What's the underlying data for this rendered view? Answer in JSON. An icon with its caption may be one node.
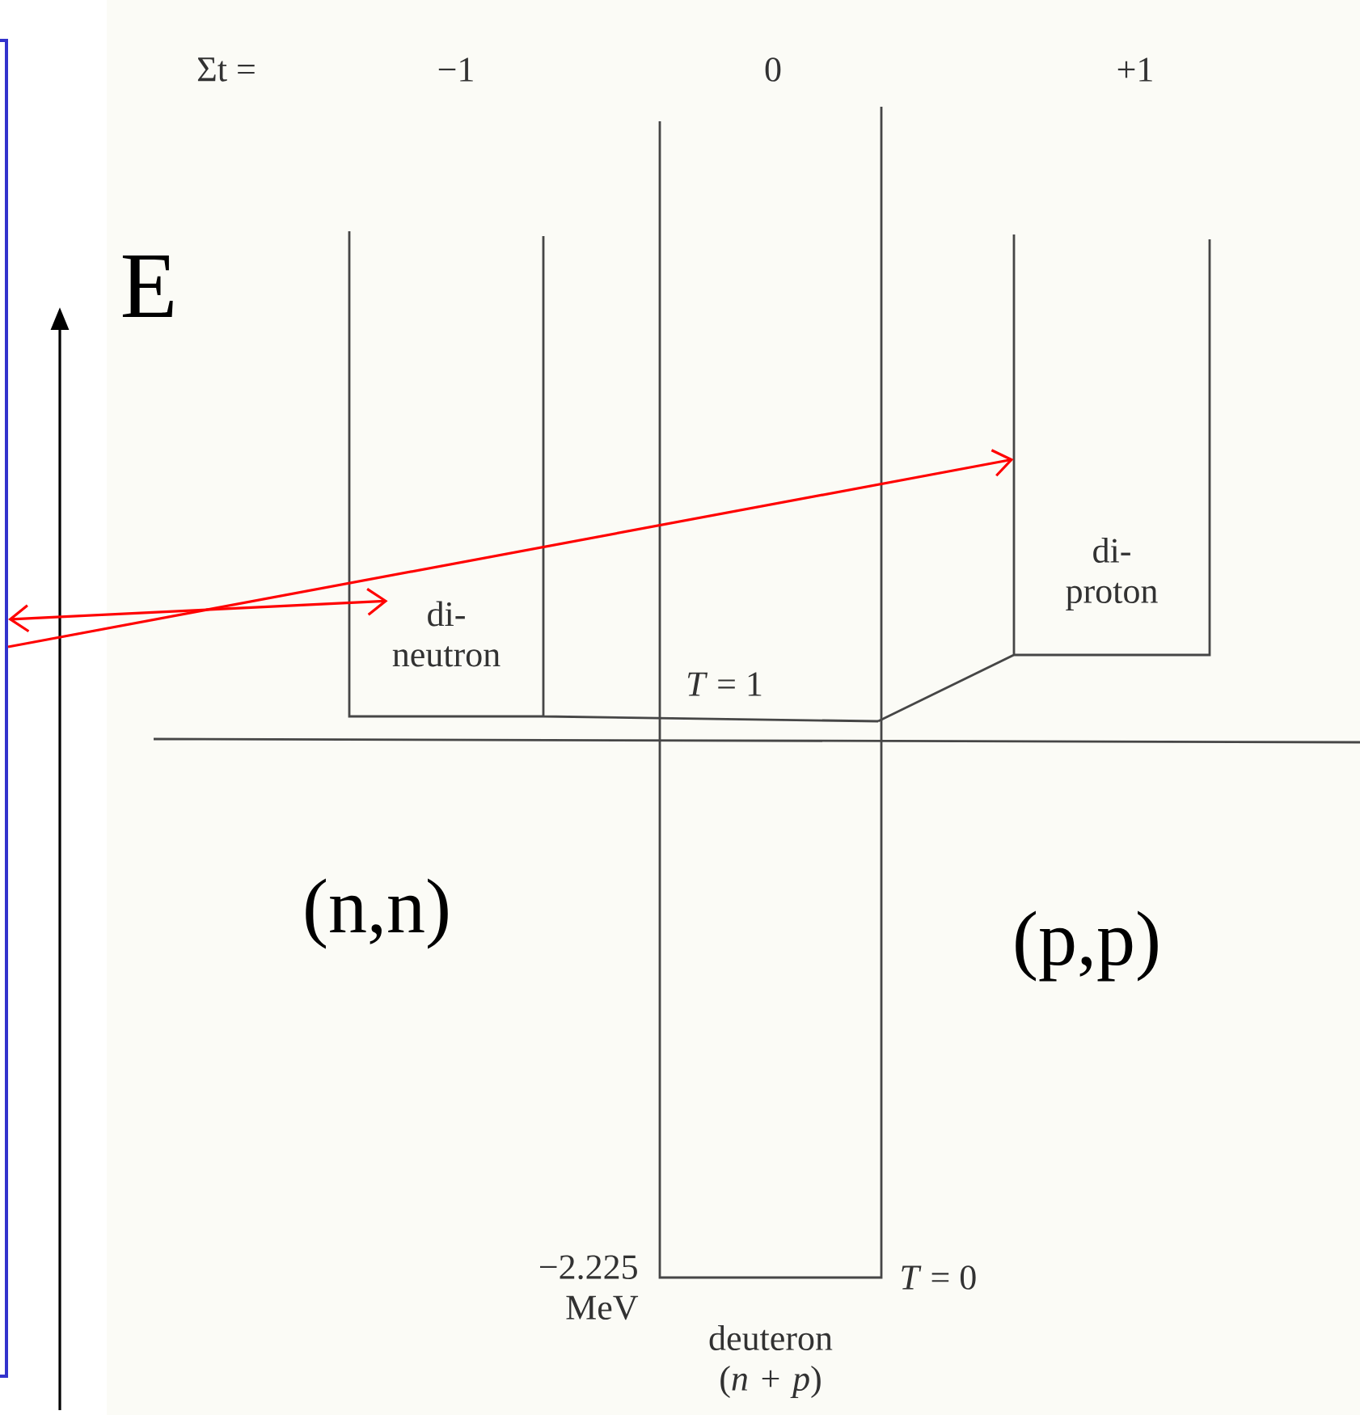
{
  "diagram": {
    "nodes": [
      {
        "text": [],
        "shape": "box"
      },
      {
        "text": [
          "di- neutron"
        ]
      },
      {
        "text": [
          "di- proton"
        ]
      },
      {
        "text": [
          "deuteron (*n* + *p*)"
        ],
        "beside": [
          "−2.225 MeV",
          "*T* = 0"
        ]
      }
    ],
    "edges": [
      {
        "from": 0,
        "to": 1,
        "arrow": "both"
      },
      {
        "from": 0,
        "to": 2,
        "arrow": "to"
      }
    ],
    "labels": [
      "Σt =",
      "−1",
      "0",
      "+1",
      "E",
      "*T* = 1",
      "(n,n)",
      "(p,p)"
    ]
  }
}
